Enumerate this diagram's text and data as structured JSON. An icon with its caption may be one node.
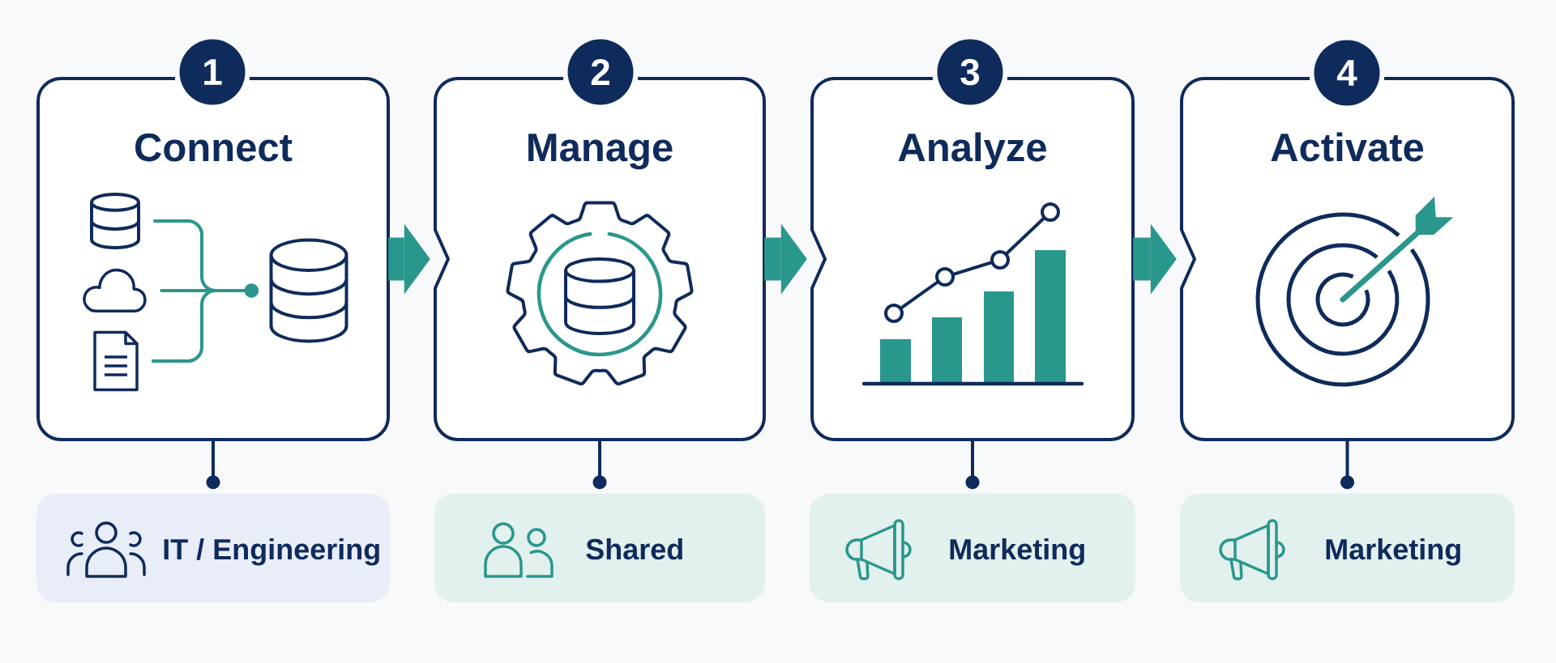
{
  "diagram": {
    "nodes": [
      {
        "text": [
          "1"
        ]
      },
      {
        "text": [
          "Connect"
        ]
      },
      {
        "text": [],
        "shape": "cylinder",
        "in": 1
      },
      {
        "text": [],
        "shape": "cloud",
        "in": 1
      },
      {
        "text": [],
        "shape": "document",
        "in": 1
      },
      {
        "text": [],
        "shape": "cylinder",
        "in": 1
      },
      {
        "text": [
          "2"
        ]
      },
      {
        "text": [
          "Manage"
        ]
      },
      {
        "text": [
          "3"
        ]
      },
      {
        "text": [
          "Analyze"
        ]
      },
      {
        "text": [
          "4"
        ]
      },
      {
        "text": [
          "Activate"
        ]
      },
      {
        "text": [
          "IT / Engineering"
        ]
      },
      {
        "text": [
          "Shared"
        ]
      },
      {
        "text": [
          "Marketing"
        ]
      },
      {
        "text": [
          "Marketing"
        ]
      }
    ],
    "edges": [
      {
        "from": 2,
        "to": 5,
        "arrow": "other",
        "color": "#2a978c"
      },
      {
        "from": 3,
        "to": 5,
        "arrow": "other",
        "color": "#2a978c"
      },
      {
        "from": 4,
        "to": 5,
        "arrow": "other",
        "color": "#2a978c"
      },
      {
        "from": 1,
        "to": 7,
        "arrow": "to",
        "style": "thick",
        "color": "#2a978c"
      },
      {
        "from": 7,
        "to": 9,
        "arrow": "to",
        "style": "thick",
        "color": "#2a978c"
      },
      {
        "from": 9,
        "to": 11,
        "arrow": "to",
        "style": "thick",
        "color": "#2a978c"
      },
      {
        "from": 1,
        "to": 12,
        "arrow": "other",
        "color": "#0f2b5b"
      },
      {
        "from": 7,
        "to": 13,
        "arrow": "other",
        "color": "#0f2b5b"
      },
      {
        "from": 9,
        "to": 14,
        "arrow": "other",
        "color": "#0f2b5b"
      },
      {
        "from": 11,
        "to": 15,
        "arrow": "other",
        "color": "#0f2b5b"
      }
    ]
  }
}
